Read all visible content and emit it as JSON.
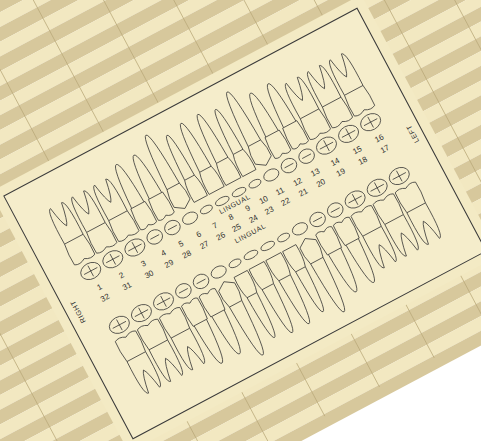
{
  "diagram": {
    "labels": [
      "LINGUAL",
      "1",
      "2",
      "3",
      "4",
      "5",
      "6",
      "7",
      "8",
      "9",
      "10",
      "11",
      "12",
      "13",
      "14",
      "15",
      "16",
      "32",
      "31",
      "30",
      "29",
      "28",
      "27",
      "26",
      "25",
      "24",
      "23",
      "22",
      "21",
      "20",
      "19",
      "18",
      "17",
      "LINGUAL",
      "RIGHT",
      "LEFT"
    ]
  }
}
